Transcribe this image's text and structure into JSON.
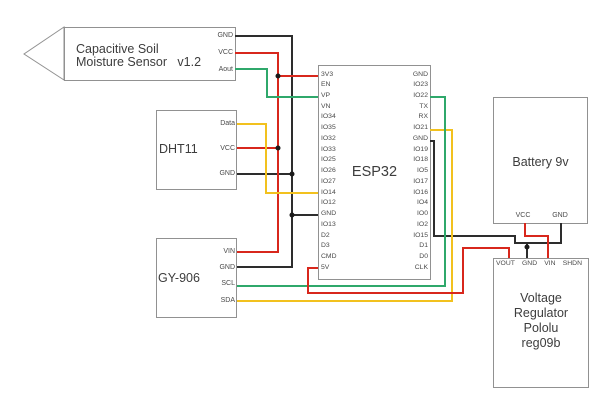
{
  "colors": {
    "wire_black": "#2d2d2d",
    "wire_red": "#d8271c",
    "wire_green": "#2fa86b",
    "wire_yellow": "#f2c11e",
    "box_border": "#919191",
    "junction_dot": "#1a1a1a"
  },
  "components": {
    "soil_sensor": {
      "title_line1": "Capacitive Soil",
      "title_line2": "Moisture Sensor   v1.2",
      "pins": [
        "GND",
        "VCC",
        "Aout"
      ]
    },
    "dht11": {
      "title": "DHT11",
      "pins": [
        "Data",
        "VCC",
        "GND"
      ]
    },
    "gy906": {
      "title": "GY-906",
      "pins": [
        "VIN",
        "GND",
        "SCL",
        "SDA"
      ]
    },
    "esp32": {
      "title": "ESP32",
      "left_pins": [
        "3V3",
        "EN",
        "VP",
        "VN",
        "IO34",
        "IO35",
        "IO32",
        "IO33",
        "IO25",
        "IO26",
        "IO27",
        "IO14",
        "IO12",
        "GND",
        "IO13",
        "D2",
        "D3",
        "CMD",
        "5V"
      ],
      "right_pins": [
        "GND",
        "IO23",
        "IO22",
        "TX",
        "RX",
        "IO21",
        "GND",
        "IO19",
        "IO18",
        "IO5",
        "IO17",
        "IO16",
        "IO4",
        "IO0",
        "IO2",
        "IO15",
        "D1",
        "D0",
        "CLK"
      ]
    },
    "battery": {
      "title": "Battery 9v",
      "pins": [
        "VCC",
        "GND"
      ]
    },
    "regulator": {
      "title_lines": [
        "Voltage",
        "Regulator",
        "Pololu",
        "reg09b"
      ],
      "pins": [
        "VOUT",
        "GND",
        "VIN",
        "SHDN"
      ]
    }
  },
  "nets": [
    {
      "color": "black",
      "connection": "Soil Sensor GND - DHT11 GND - ESP32 GND (left) - GY-906 GND"
    },
    {
      "color": "black",
      "connection": "ESP32 GND (right) - Battery GND - Regulator GND"
    },
    {
      "color": "red",
      "connection": "Soil Sensor VCC - ESP32 3V3 - DHT11 VCC - GY-906 VIN"
    },
    {
      "color": "red",
      "connection": "ESP32 5V - Regulator VOUT"
    },
    {
      "color": "red",
      "connection": "Battery VCC - Regulator VIN"
    },
    {
      "color": "green",
      "connection": "Soil Sensor Aout - ESP32 VP"
    },
    {
      "color": "green",
      "connection": "GY-906 SCL - ESP32 IO22"
    },
    {
      "color": "yellow",
      "connection": "DHT11 Data - ESP32 IO14"
    },
    {
      "color": "yellow",
      "connection": "GY-906 SDA - ESP32 IO21"
    }
  ]
}
